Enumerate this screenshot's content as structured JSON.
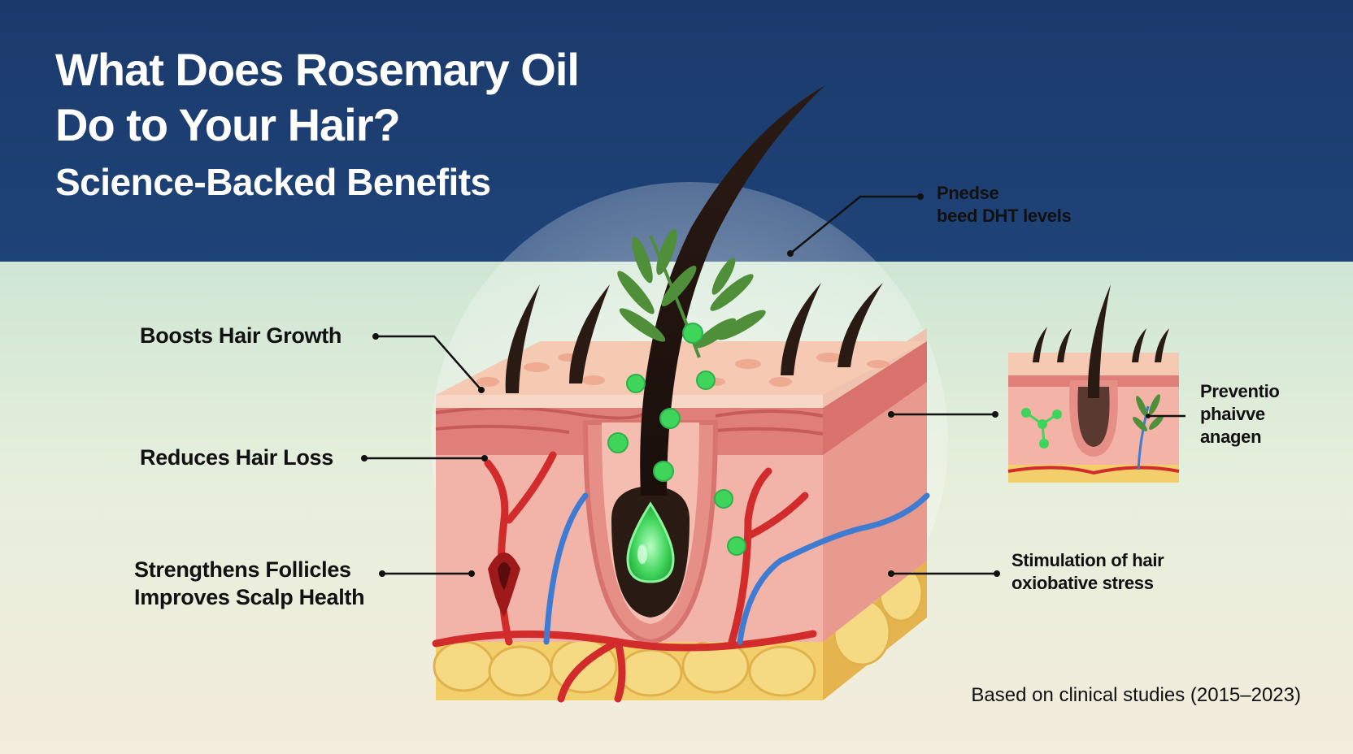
{
  "header": {
    "title": "What Does Rosemary Oil\nDo to Your Hair?",
    "subtitle": "Science-Backed Benefits"
  },
  "callouts": {
    "top_right": "Pnedse\nbeed DHT levels",
    "boosts_growth": "Boosts Hair Growth",
    "reduces_loss": "Reduces Hair Loss",
    "strengthens": "Strengthens Follicles\nImproves Scalp Health",
    "inset_right": "Preventio\nphaivve\nanagen",
    "stimulation": "Stimulation of hair\noxiobative stress"
  },
  "footnote": "Based on clinical studies (2015–2023)",
  "colors": {
    "header_bg": "#1b3a6c",
    "skin": "#f3c6b4",
    "dermis": "#f2b3a8",
    "fat": "#f3cf6b",
    "artery": "#d22b2b",
    "vein": "#3e7bd2",
    "oil": "#3fd45a",
    "leaf": "#4f8f3a",
    "hair": "#2a1a14"
  },
  "icons": {
    "rosemary": "rosemary-sprig-icon",
    "oil_drop": "oil-droplet-icon"
  }
}
